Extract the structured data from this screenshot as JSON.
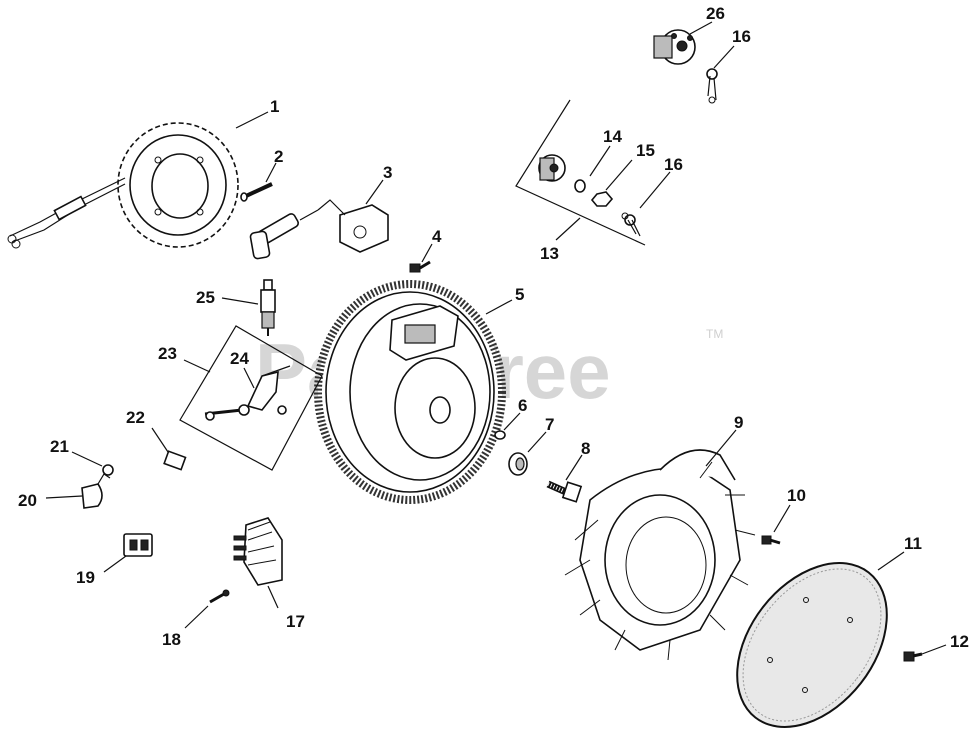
{
  "watermark": {
    "text": "PartsTree",
    "trademark": "TM"
  },
  "callouts": [
    "1",
    "2",
    "3",
    "4",
    "5",
    "6",
    "7",
    "8",
    "9",
    "10",
    "11",
    "12",
    "13",
    "14",
    "15",
    "16",
    "16",
    "17",
    "18",
    "19",
    "20",
    "21",
    "22",
    "23",
    "24",
    "25",
    "26"
  ]
}
